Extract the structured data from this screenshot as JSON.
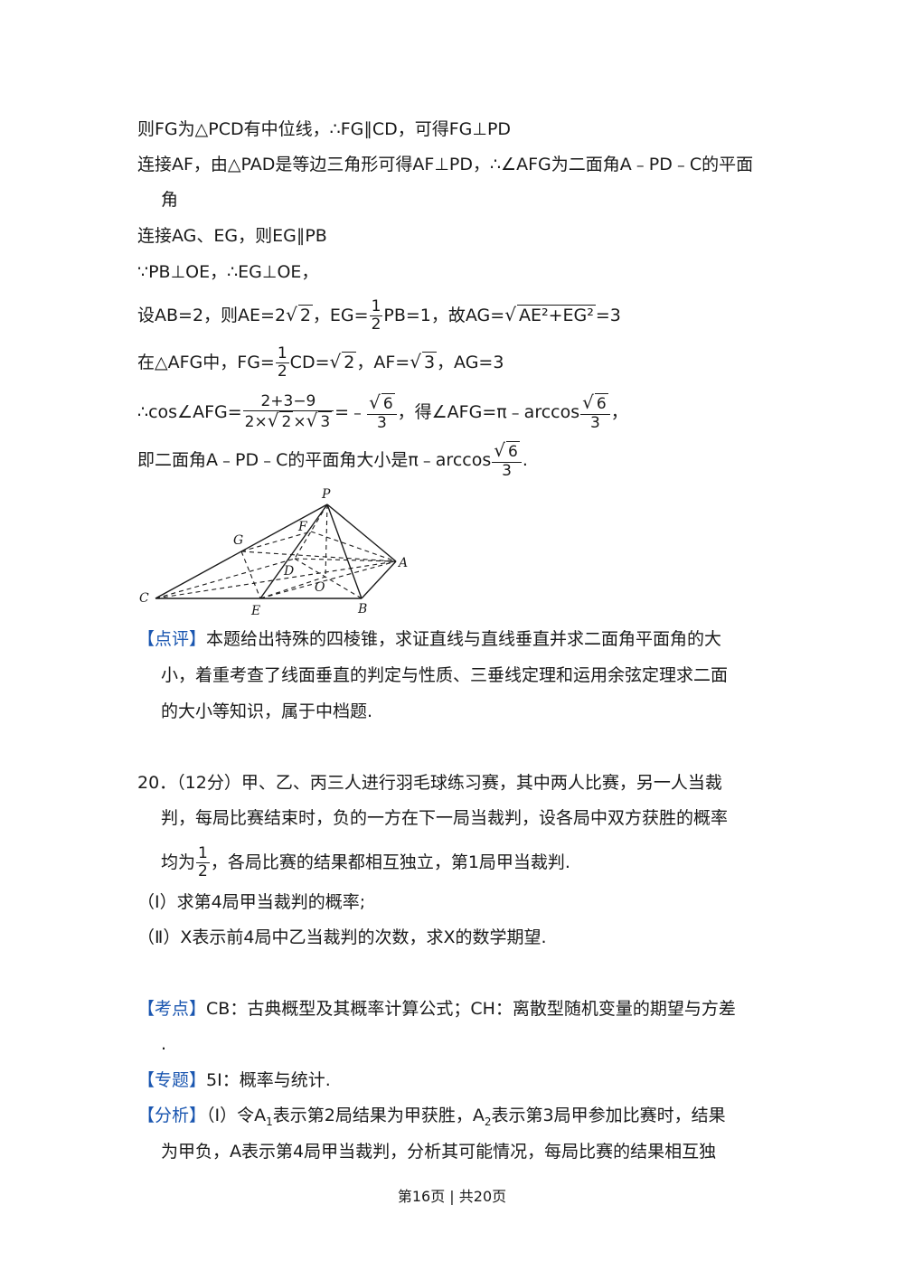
{
  "solution": {
    "line1": "则FG为△PCD有中位线，∴FG∥CD，可得FG⊥PD",
    "line2": "连接AF，由△PAD是等边三角形可得AF⊥PD，∴∠AFG为二面角A﹣PD﹣C的平面",
    "line2b": "角",
    "line3": "连接AG、EG，则EG∥PB",
    "line4": "∵PB⊥OE，∴EG⊥OE，",
    "line5": {
      "p1": "设AB=2，则AE=2",
      "r1": "2",
      "p2": "，EG=",
      "f_num": "1",
      "f_den": "2",
      "p3": "PB=1，故AG=",
      "r2": "AE²+EG²",
      "p4": "=3"
    },
    "line6": {
      "p1": "在△AFG中，FG=",
      "f_num": "1",
      "f_den": "2",
      "p2": "CD=",
      "r1": "2",
      "p3": "，AF=",
      "r2": "3",
      "p4": "，AG=3"
    },
    "line7": {
      "p1": "∴cos∠AFG=",
      "num": "2+3−9",
      "den_a": "2×",
      "den_r1": "2",
      "den_b": "×",
      "den_r2": "3",
      "p2": "=﹣",
      "f1_num_r": "6",
      "f1_den": "3",
      "p3": "，得∠AFG=π﹣arccos",
      "f2_num_r": "6",
      "f2_den": "3",
      "p4": "，"
    },
    "line8": {
      "p1": "即二面角A﹣PD﹣C的平面角大小是π﹣arccos",
      "f_num_r": "6",
      "f_den": "3",
      "p2": "."
    }
  },
  "figure": {
    "labels": {
      "P": "P",
      "F": "F",
      "G": "G",
      "D": "D",
      "A": "A",
      "O": "O",
      "C": "C",
      "E": "E",
      "B": "B"
    }
  },
  "review": {
    "tag": "【点评】",
    "line1": "本题给出特殊的四棱锥，求证直线与直线垂直并求二面角平面角的大",
    "line2": "小，着重考查了线面垂直的判定与性质、三垂线定理和运用余弦定理求二面",
    "line3": "的大小等知识，属于中档题."
  },
  "problem20": {
    "line1": "20．（12分）甲、乙、丙三人进行羽毛球练习赛，其中两人比赛，另一人当裁",
    "line2": "判，每局比赛结束时，负的一方在下一局当裁判，设各局中双方获胜的概率",
    "line3_p1": "均为",
    "line3_num": "1",
    "line3_den": "2",
    "line3_p2": "，各局比赛的结果都相互独立，第1局甲当裁判.",
    "q1": "（Ⅰ）求第4局甲当裁判的概率;",
    "q2": "（Ⅱ）X表示前4局中乙当裁判的次数，求X的数学期望."
  },
  "kaodian": {
    "tag": "【考点】",
    "text": "CB：古典概型及其概率计算公式；CH：离散型随机变量的期望与方差",
    "cont": "."
  },
  "zhuanti": {
    "tag": "【专题】",
    "text": "5I：概率与统计."
  },
  "fenxi": {
    "tag": "【分析】",
    "p1": "（I）令A",
    "s1": "1",
    "p2": "表示第2局结果为甲获胜，A",
    "s2": "2",
    "p3": "表示第3局甲参加比赛时，结果",
    "line2": "为甲负，A表示第4局甲当裁判，分析其可能情况，每局比赛的结果相互独"
  },
  "footer": "第16页 | 共20页"
}
